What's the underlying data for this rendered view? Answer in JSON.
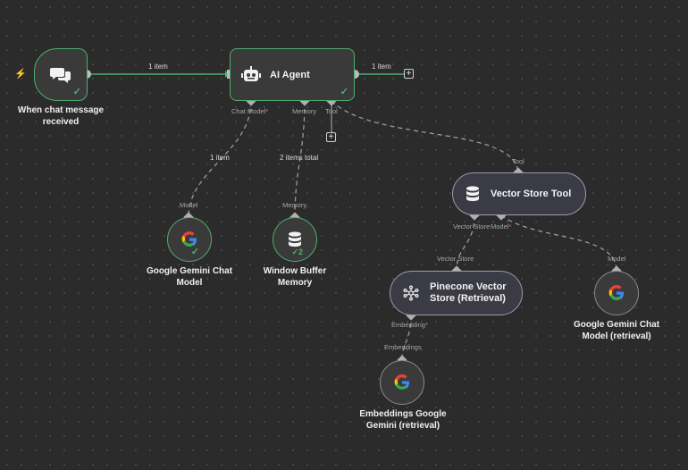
{
  "edge_labels": {
    "trigger_to_agent": "1 item",
    "agent_out": "1 item",
    "chat_model": "1 item",
    "memory": "2 items total"
  },
  "nodes": {
    "trigger": {
      "label": "When chat message received"
    },
    "agent": {
      "title": "AI Agent",
      "ports": {
        "chat_model": "Chat Model",
        "memory": "Memory",
        "tool": "Tool"
      }
    },
    "gemini_chat": {
      "label": "Google Gemini Chat Model",
      "port": "Model"
    },
    "window_buffer": {
      "label": "Window Buffer Memory",
      "port": "Memory",
      "badge": "2"
    },
    "vector_store_tool": {
      "title": "Vector Store Tool",
      "port_in": "Tool",
      "ports": {
        "vector_store": "Vector Store",
        "model": "Model"
      }
    },
    "pinecone": {
      "title": "Pinecone Vector Store (Retrieval)",
      "port_in": "Vector Store",
      "port_out": "Embedding"
    },
    "gemini_chat_retrieval": {
      "label": "Google Gemini Chat Model (retrieval)",
      "port": "Model"
    },
    "embeddings": {
      "label": "Embeddings Google Gemini (retrieval)",
      "port": "Embeddings"
    }
  },
  "required_marker": "*",
  "colors": {
    "canvas": "#2b2b2b",
    "success": "#4fae6e",
    "trigger_bolt": "#ff6d5a",
    "pill_node": "#3b3b46",
    "edge": "#9a9a9a",
    "required": "#ff6b6b"
  },
  "icons": {
    "trigger": "chat-bubbles-icon",
    "agent": "robot-icon",
    "memory": "database-icon",
    "vector_store_tool": "database-icon",
    "pinecone": "pinecone-icon",
    "google": "google-g-icon"
  }
}
